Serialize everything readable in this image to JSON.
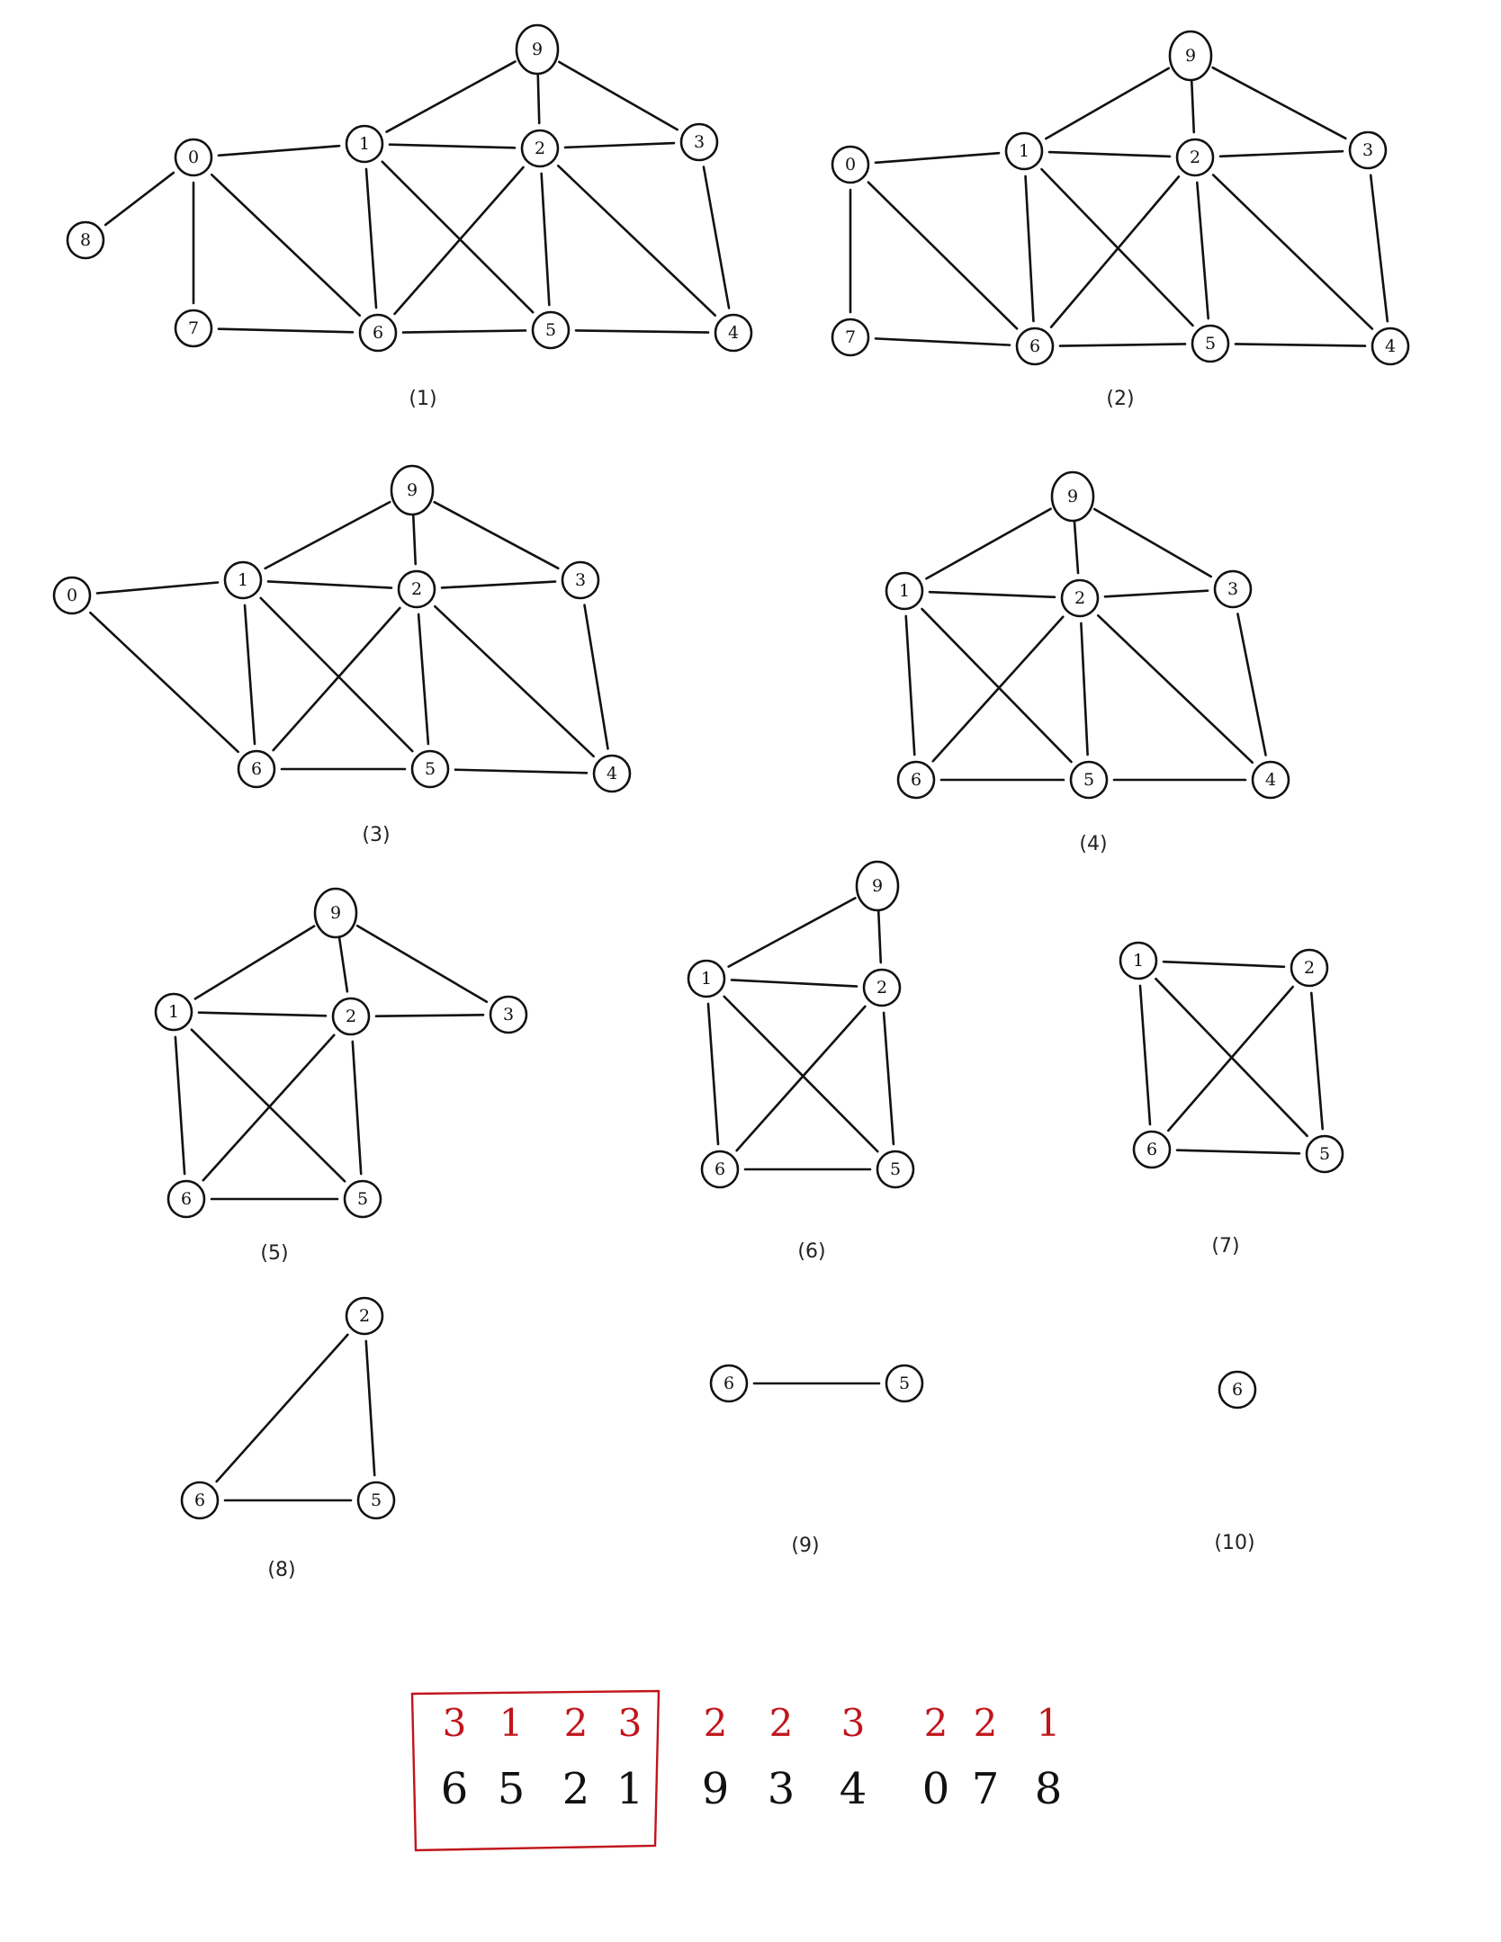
{
  "colors": {
    "ink": "#111111",
    "annotation_red": "#c0151b"
  },
  "panels": [
    {
      "caption": "(1)",
      "nodes": [
        "0",
        "1",
        "2",
        "3",
        "4",
        "5",
        "6",
        "7",
        "8",
        "9"
      ],
      "edges": [
        [
          "0",
          "1"
        ],
        [
          "0",
          "7"
        ],
        [
          "0",
          "8"
        ],
        [
          "0",
          "6"
        ],
        [
          "1",
          "9"
        ],
        [
          "1",
          "2"
        ],
        [
          "1",
          "6"
        ],
        [
          "1",
          "5"
        ],
        [
          "2",
          "9"
        ],
        [
          "2",
          "3"
        ],
        [
          "2",
          "6"
        ],
        [
          "2",
          "5"
        ],
        [
          "2",
          "4"
        ],
        [
          "3",
          "9"
        ],
        [
          "3",
          "4"
        ],
        [
          "7",
          "6"
        ],
        [
          "6",
          "5"
        ],
        [
          "5",
          "4"
        ]
      ]
    },
    {
      "caption": "(2)",
      "nodes": [
        "0",
        "1",
        "2",
        "3",
        "4",
        "5",
        "6",
        "7",
        "9"
      ],
      "edges": [
        [
          "0",
          "1"
        ],
        [
          "0",
          "7"
        ],
        [
          "0",
          "6"
        ],
        [
          "1",
          "9"
        ],
        [
          "1",
          "2"
        ],
        [
          "1",
          "6"
        ],
        [
          "1",
          "5"
        ],
        [
          "2",
          "9"
        ],
        [
          "2",
          "3"
        ],
        [
          "2",
          "6"
        ],
        [
          "2",
          "5"
        ],
        [
          "2",
          "4"
        ],
        [
          "3",
          "9"
        ],
        [
          "3",
          "4"
        ],
        [
          "7",
          "6"
        ],
        [
          "6",
          "5"
        ],
        [
          "5",
          "4"
        ]
      ]
    },
    {
      "caption": "(3)",
      "nodes": [
        "0",
        "1",
        "2",
        "3",
        "4",
        "5",
        "6",
        "9"
      ],
      "edges": [
        [
          "0",
          "1"
        ],
        [
          "0",
          "6"
        ],
        [
          "1",
          "9"
        ],
        [
          "1",
          "2"
        ],
        [
          "1",
          "6"
        ],
        [
          "1",
          "5"
        ],
        [
          "2",
          "9"
        ],
        [
          "2",
          "3"
        ],
        [
          "2",
          "6"
        ],
        [
          "2",
          "5"
        ],
        [
          "2",
          "4"
        ],
        [
          "3",
          "9"
        ],
        [
          "3",
          "4"
        ],
        [
          "6",
          "5"
        ],
        [
          "5",
          "4"
        ]
      ]
    },
    {
      "caption": "(4)",
      "nodes": [
        "1",
        "2",
        "3",
        "4",
        "5",
        "6",
        "9"
      ],
      "edges": [
        [
          "1",
          "9"
        ],
        [
          "1",
          "2"
        ],
        [
          "1",
          "6"
        ],
        [
          "1",
          "5"
        ],
        [
          "2",
          "9"
        ],
        [
          "2",
          "3"
        ],
        [
          "2",
          "6"
        ],
        [
          "2",
          "5"
        ],
        [
          "2",
          "4"
        ],
        [
          "3",
          "9"
        ],
        [
          "3",
          "4"
        ],
        [
          "6",
          "5"
        ],
        [
          "5",
          "4"
        ]
      ]
    },
    {
      "caption": "(5)",
      "nodes": [
        "1",
        "2",
        "3",
        "5",
        "6",
        "9"
      ],
      "edges": [
        [
          "1",
          "9"
        ],
        [
          "1",
          "2"
        ],
        [
          "1",
          "6"
        ],
        [
          "1",
          "5"
        ],
        [
          "2",
          "9"
        ],
        [
          "2",
          "3"
        ],
        [
          "2",
          "6"
        ],
        [
          "2",
          "5"
        ],
        [
          "3",
          "9"
        ],
        [
          "6",
          "5"
        ]
      ]
    },
    {
      "caption": "(6)",
      "nodes": [
        "1",
        "2",
        "5",
        "6",
        "9"
      ],
      "edges": [
        [
          "1",
          "9"
        ],
        [
          "1",
          "2"
        ],
        [
          "1",
          "6"
        ],
        [
          "1",
          "5"
        ],
        [
          "2",
          "9"
        ],
        [
          "2",
          "6"
        ],
        [
          "2",
          "5"
        ],
        [
          "6",
          "5"
        ]
      ]
    },
    {
      "caption": "(7)",
      "nodes": [
        "1",
        "2",
        "5",
        "6"
      ],
      "edges": [
        [
          "1",
          "2"
        ],
        [
          "1",
          "6"
        ],
        [
          "1",
          "5"
        ],
        [
          "2",
          "6"
        ],
        [
          "2",
          "5"
        ],
        [
          "6",
          "5"
        ]
      ]
    },
    {
      "caption": "(8)",
      "nodes": [
        "2",
        "5",
        "6"
      ],
      "edges": [
        [
          "2",
          "6"
        ],
        [
          "2",
          "5"
        ],
        [
          "6",
          "5"
        ]
      ]
    },
    {
      "caption": "(9)",
      "nodes": [
        "5",
        "6"
      ],
      "edges": [
        [
          "6",
          "5"
        ]
      ]
    },
    {
      "caption": "(10)",
      "nodes": [
        "6"
      ],
      "edges": []
    }
  ],
  "removal_order": {
    "core_numbers": [
      "3",
      "1",
      "2",
      "3",
      "2",
      "2",
      "3",
      "2",
      "2",
      "1"
    ],
    "vertices": [
      "6",
      "5",
      "2",
      "1",
      "9",
      "3",
      "4",
      "0",
      "7",
      "8"
    ]
  }
}
